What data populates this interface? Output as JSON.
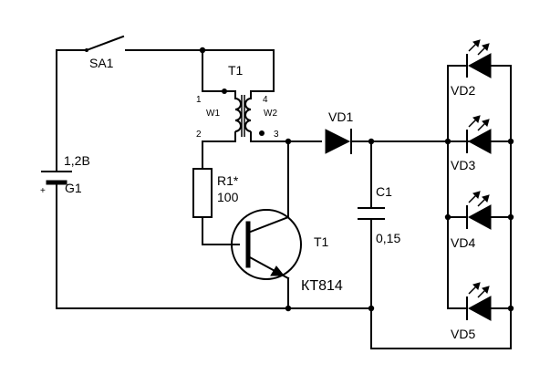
{
  "components": {
    "switch": {
      "ref": "SA1"
    },
    "battery": {
      "ref": "G1",
      "voltage": "1,2В",
      "polarity": "+"
    },
    "transformer": {
      "ref": "T1",
      "winding1": "W1",
      "winding2": "W2",
      "pin1": "1",
      "pin2": "2",
      "pin3": "3",
      "pin4": "4"
    },
    "resistor": {
      "ref": "R1*",
      "value": "100"
    },
    "transistor": {
      "ref": "T1",
      "part": "КТ814"
    },
    "diode": {
      "ref": "VD1"
    },
    "capacitor": {
      "ref": "C1",
      "value": "0,15"
    },
    "leds": [
      {
        "ref": "VD2"
      },
      {
        "ref": "VD3"
      },
      {
        "ref": "VD4"
      },
      {
        "ref": "VD5"
      }
    ]
  }
}
